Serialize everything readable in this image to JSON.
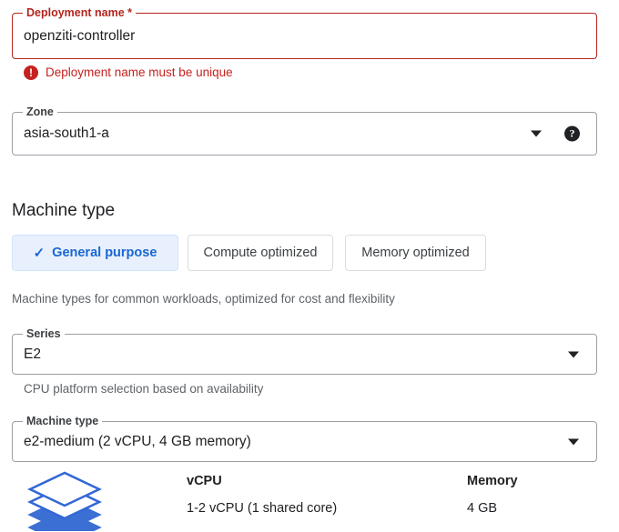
{
  "deployment_name": {
    "label": "Deployment name",
    "required_marker": "*",
    "value": "openziti-controller",
    "error_icon": "error-exclamation-icon",
    "error_message": "Deployment name must be unique",
    "error_color": "#c5221f"
  },
  "zone": {
    "label": "Zone",
    "value": "asia-south1-a",
    "dropdown_icon": "chevron-down-icon",
    "help_icon": "help-question-icon",
    "help_glyph": "?"
  },
  "machine_type_section": {
    "title": "Machine type",
    "tabs": [
      {
        "label": "General purpose",
        "selected": true,
        "check_glyph": "✓"
      },
      {
        "label": "Compute optimized",
        "selected": false
      },
      {
        "label": "Memory optimized",
        "selected": false
      }
    ],
    "tabs_helper": "Machine types for common workloads, optimized for cost and flexibility",
    "selected_accent": "#1967d2",
    "selected_background": "#e8f0fe"
  },
  "series": {
    "label": "Series",
    "value": "E2",
    "dropdown_icon": "chevron-down-icon",
    "helper": "CPU platform selection based on availability"
  },
  "machine_type": {
    "label": "Machine type",
    "value": "e2-medium (2 vCPU, 4 GB memory)",
    "dropdown_icon": "chevron-down-icon"
  },
  "specs": {
    "icon": "layers-stack-icon",
    "icon_color": "#3367d6",
    "columns": [
      {
        "header": "vCPU",
        "value": "1-2 vCPU (1 shared core)"
      },
      {
        "header": "Memory",
        "value": "4 GB"
      }
    ]
  }
}
